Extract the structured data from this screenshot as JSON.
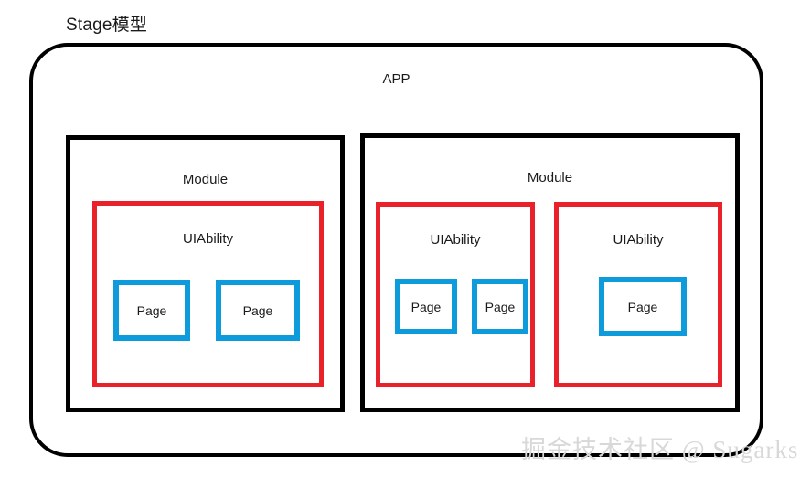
{
  "title": "Stage模型",
  "app": {
    "label": "APP"
  },
  "modules": [
    {
      "label": "Module",
      "abilities": [
        {
          "label": "UIAbility",
          "pages": [
            {
              "label": "Page"
            },
            {
              "label": "Page"
            }
          ]
        }
      ]
    },
    {
      "label": "Module",
      "abilities": [
        {
          "label": "UIAbility",
          "pages": [
            {
              "label": "Page"
            },
            {
              "label": "Page"
            }
          ]
        },
        {
          "label": "UIAbility",
          "pages": [
            {
              "label": "Page"
            }
          ]
        }
      ]
    }
  ],
  "watermark": "掘金技术社区 @ Sugarks",
  "colors": {
    "module_border": "#000000",
    "ability_border": "#e8212a",
    "page_border": "#0d9bdc",
    "text": "#1a1a1a",
    "watermark": "#d8d8d8",
    "background": "#ffffff"
  }
}
